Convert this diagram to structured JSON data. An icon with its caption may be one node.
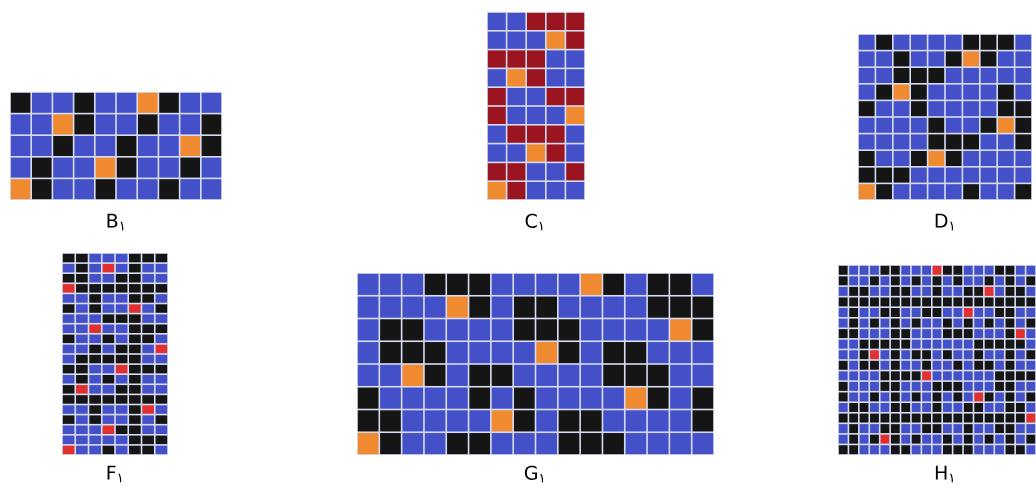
{
  "diagram": {
    "labels": [
      "B$_{۱}$",
      "C$_{۱}$",
      "D$_{۱}$",
      "F$_{۱}$",
      "G$_{۱}$",
      "H$_{۱}$"
    ]
  }
}
